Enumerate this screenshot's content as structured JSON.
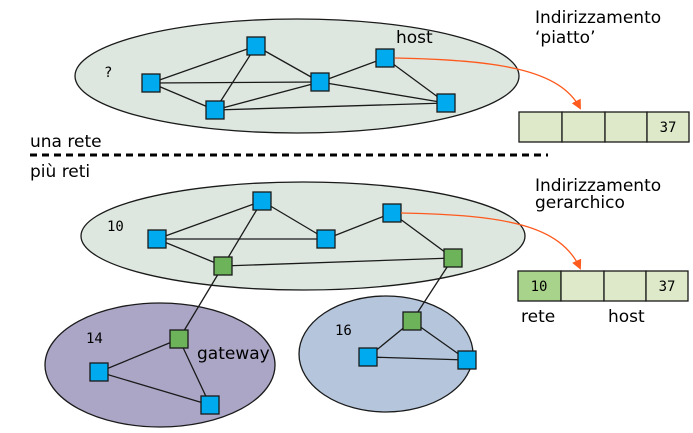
{
  "colors": {
    "node_host": "#00aaee",
    "node_gateway": "#6cb35a",
    "flat_cloud": "#dde7df",
    "net10_cloud": "#dde7df",
    "net14_cloud": "#aba6c6",
    "net16_cloud": "#b5c6dc",
    "address_cell": "#dde9c8",
    "address_net_cell": "#a8d38a",
    "arrow": "#ff5a1e"
  },
  "flat": {
    "unknown_label": "?",
    "host_label": "host",
    "heading_line1": "Indirizzamento",
    "heading_line2": "‘piatto’",
    "address": [
      "",
      "",
      "",
      "37"
    ]
  },
  "separator": {
    "top_label": "una rete",
    "bottom_label": "più reti"
  },
  "hierarchical": {
    "heading_line1": "Indirizzamento",
    "heading_line2": "gerarchico",
    "net10_label": "10",
    "net14_label": "14",
    "net16_label": "16",
    "gateway_label": "gateway",
    "address": [
      "10",
      "",
      "",
      "37"
    ],
    "field_rete": "rete",
    "field_host": "host"
  }
}
